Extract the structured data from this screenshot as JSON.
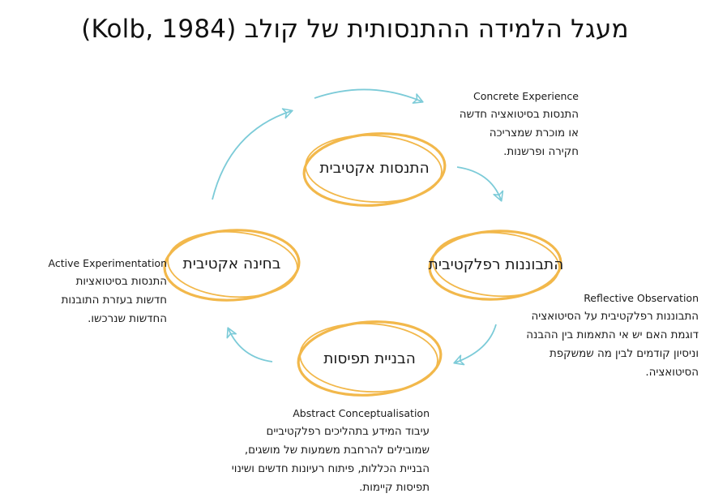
{
  "title": "מעגל הלמידה ההתנסותית של קולב (Kolb, 1984)",
  "nodes": {
    "active_experience": "התנסות אקטיבית",
    "reflective_observation": "התבוננות רפלקטיבית",
    "concept_building": "הבניית תפיסות",
    "active_testing": "בחינה אקטיבית"
  },
  "notes": {
    "concrete_experience": {
      "en": "Concrete Experience",
      "lines": [
        "התנסות בסיטואציה חדשה",
        "או מוכרת שמצריכה",
        "חקירה ופרשנות."
      ]
    },
    "reflective_observation": {
      "en": "Reflective Observation",
      "lines": [
        "התבוננות רפלקטיבית על הסיטואציה",
        "דוגמת האם יש אי התאמות בין ההבנה",
        "וניסיון קודמים לבין מה שמשקפת",
        "הסיטואציה."
      ]
    },
    "abstract_conceptualisation": {
      "en": "Abstract Conceptualisation",
      "lines": [
        "עיבוד המידע בתהליכים רפלקטיביים",
        "שמובילים להרחבת משמעות של מושגים,",
        "הבניית הכללות, פיתוח רעיונות חדשים ושינוי",
        "תפיסות קיימות."
      ]
    },
    "active_experimentation": {
      "en": "Active Experimentation",
      "lines": [
        "התנסות בסיטואציות",
        "חדשות בעזרת התובנות",
        "החדשות שנרכשו."
      ]
    }
  },
  "colors": {
    "ring": "#f2b84b",
    "arrow": "#7ccbd8",
    "text": "#1a1a1a"
  }
}
